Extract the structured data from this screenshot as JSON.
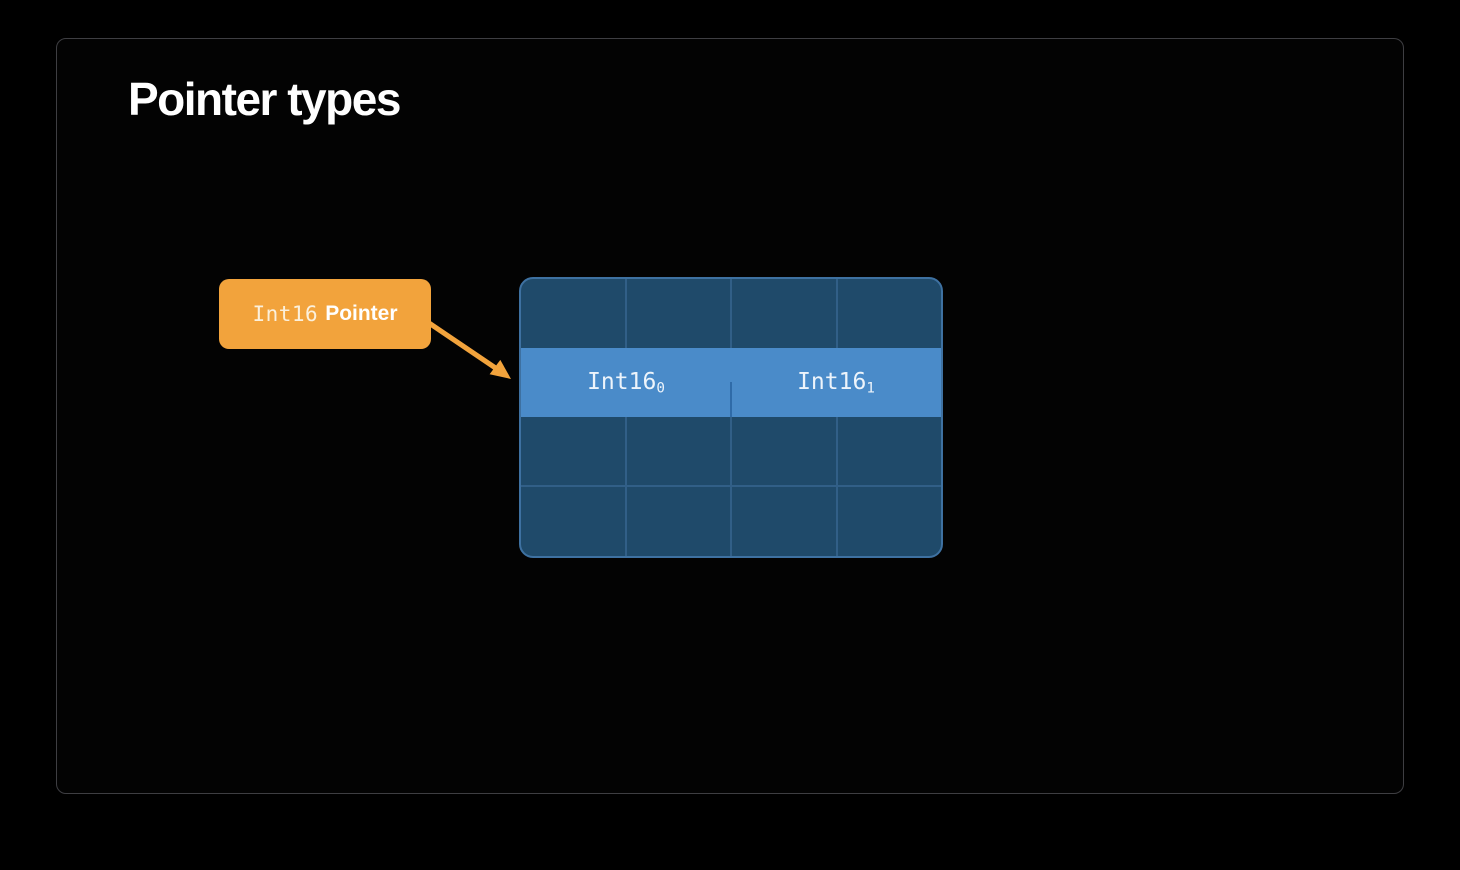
{
  "slide": {
    "title": "Pointer types"
  },
  "pointer_label": {
    "type_text": "Int16",
    "word_text": "Pointer"
  },
  "memory_grid": {
    "rows": 4,
    "columns": 4,
    "highlighted_row_index": 1,
    "cells": [
      {
        "base": "Int16",
        "subscript": "0"
      },
      {
        "base": "Int16",
        "subscript": "1"
      }
    ]
  },
  "colors": {
    "accent_orange": "#F2A33C",
    "memory_cell_dark": "#1F4A6A",
    "memory_grid_line": "#315F87",
    "memory_grid_border": "#3E71A1",
    "highlight_row_blue": "#4A8BC9",
    "half_divider_blue": "#2F6BA8",
    "slide_border": "#3E3E42",
    "title_white": "#FFFFFF"
  }
}
